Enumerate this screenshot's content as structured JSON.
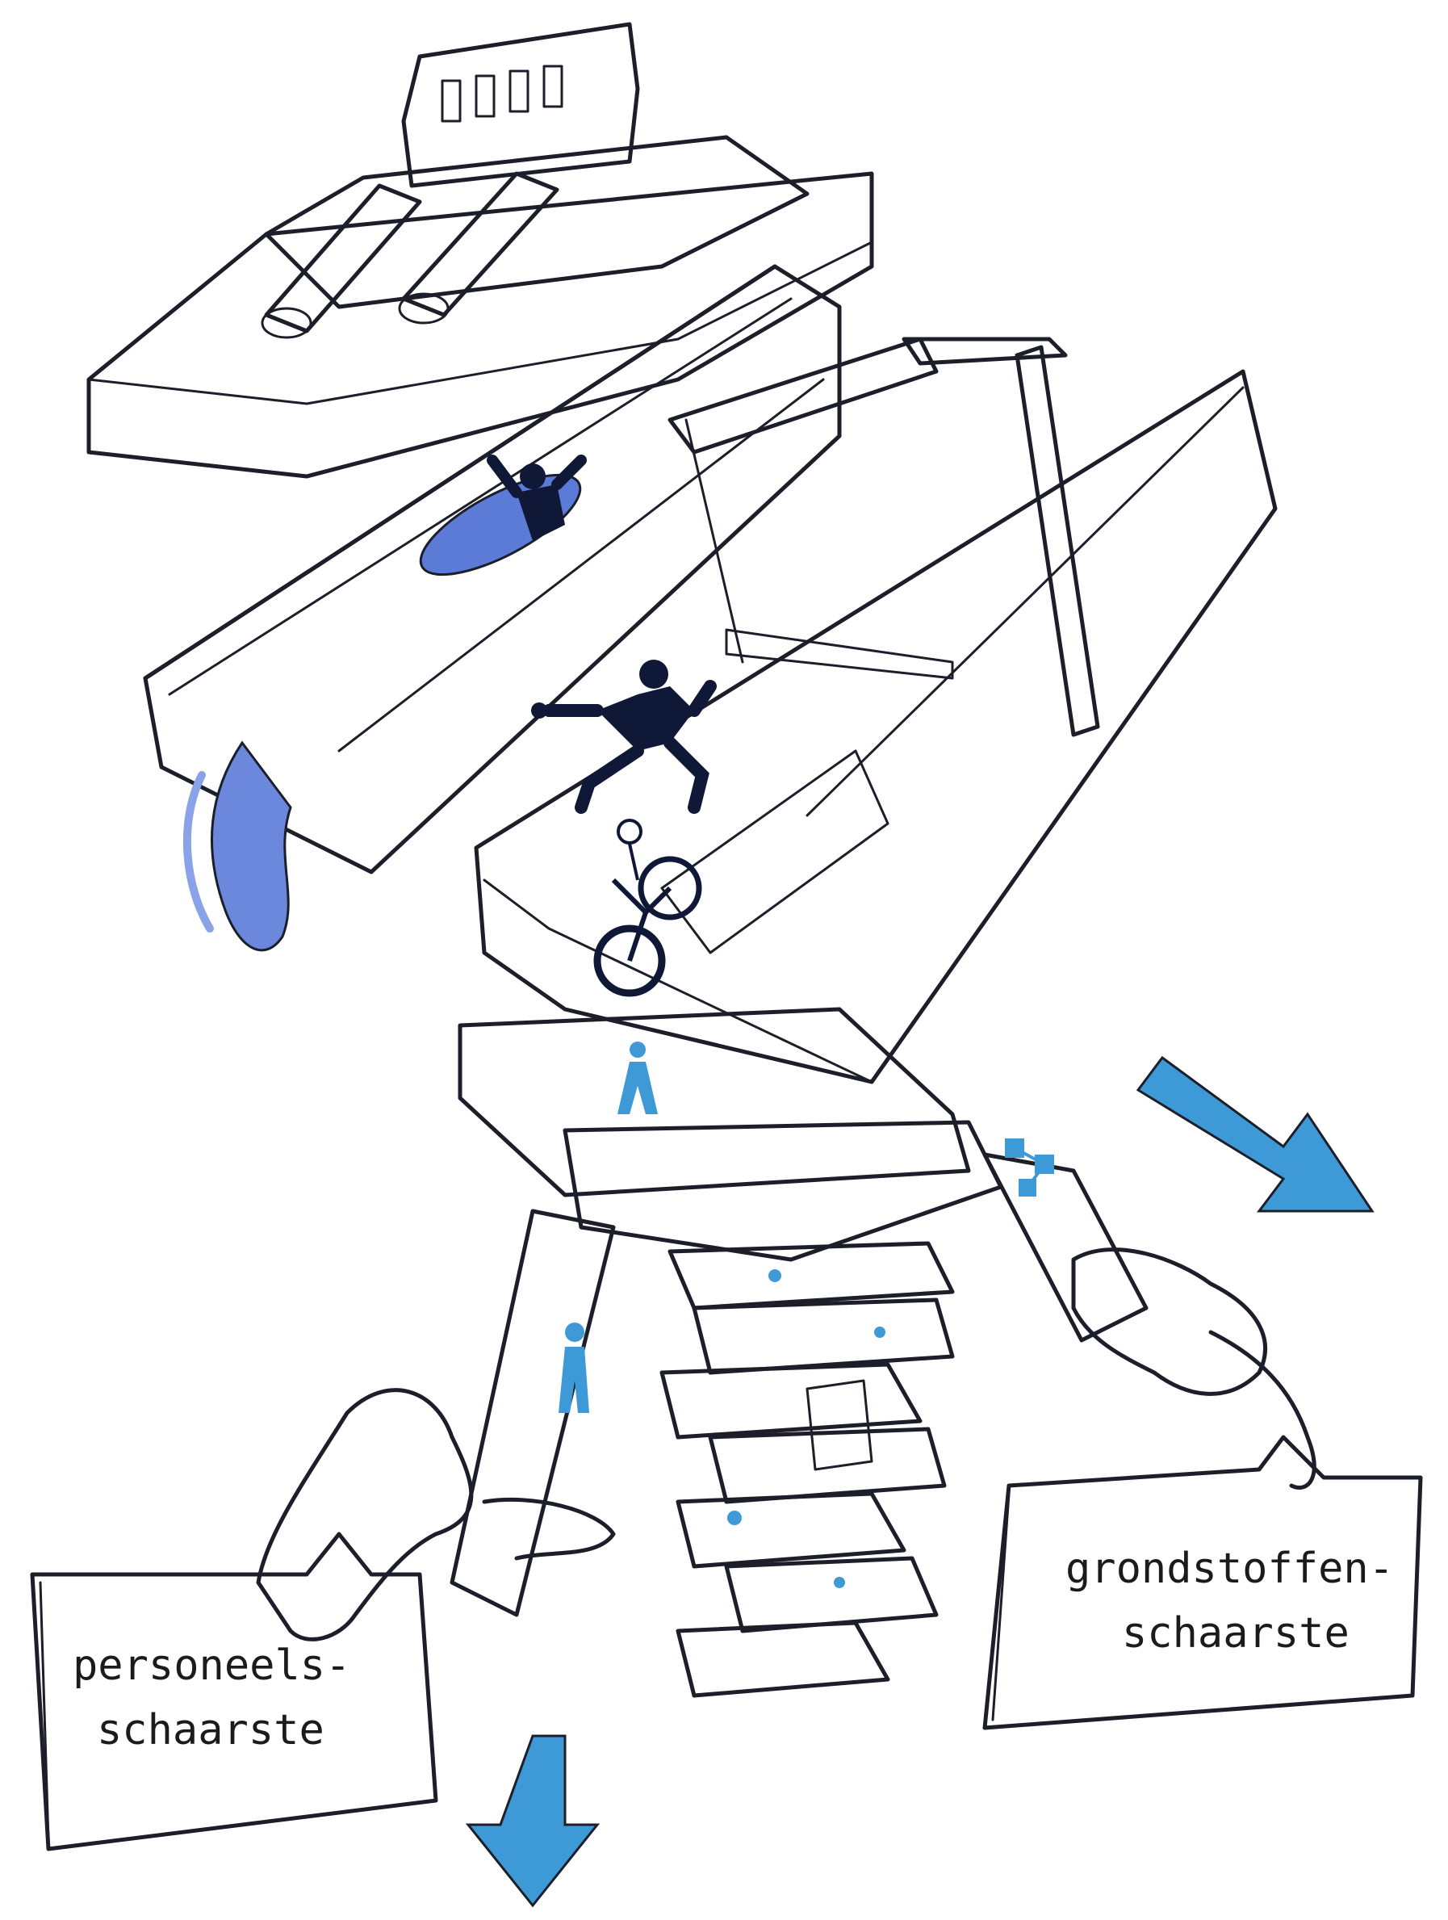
{
  "labels": {
    "left_sign": [
      "personeels-",
      "schaarste"
    ],
    "right_sign": [
      "grondstoffen-",
      "schaarste"
    ]
  },
  "colors": {
    "purple_block": "#c79be8",
    "blue_block": "#7f9fe6",
    "teal_block": "#8ee0e2",
    "pale_block": "#dceaf5",
    "arrow": "#3d9ad6",
    "figure": "#101838",
    "ink": "#1c1f2a"
  },
  "icons": [
    "person-icon",
    "bicycle-icon",
    "chain-nodes-icon",
    "arrow-down-right-icon",
    "arrow-down-icon"
  ]
}
